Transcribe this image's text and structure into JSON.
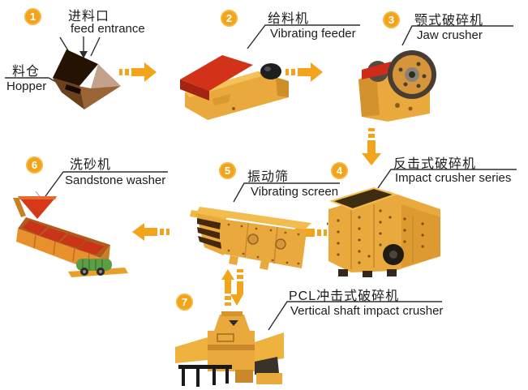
{
  "diagram_kind": "crushing-production-line-flow",
  "stations": [
    {
      "badge": "1",
      "machine": "hopper",
      "labels": {
        "part_zh": "进料口",
        "part_en": "feed entrance",
        "name_zh": "料仓",
        "name_en": "Hopper"
      }
    },
    {
      "badge": "2",
      "machine": "vibrating-feeder",
      "labels": {
        "name_zh": "给料机",
        "name_en": "Vibrating feeder"
      }
    },
    {
      "badge": "3",
      "machine": "jaw-crusher",
      "labels": {
        "name_zh": "颚式破碎机",
        "name_en": "Jaw crusher"
      }
    },
    {
      "badge": "4",
      "machine": "impact-crusher",
      "labels": {
        "name_zh": "反击式破碎机",
        "name_en": "Impact crusher series"
      }
    },
    {
      "badge": "5",
      "machine": "vibrating-screen",
      "labels": {
        "name_zh": "振动筛",
        "name_en": "Vibrating screen"
      }
    },
    {
      "badge": "6",
      "machine": "sandstone-washer",
      "labels": {
        "name_zh": "洗砂机",
        "name_en": "Sandstone washer"
      }
    },
    {
      "badge": "7",
      "machine": "vertical-shaft-impact-crusher",
      "labels": {
        "name_zh": "PCL冲击式破碎机",
        "name_en": "Vertical shaft impact crusher"
      }
    }
  ],
  "flow_arrows": [
    {
      "name": "arrow-hopper-to-feeder",
      "direction": "right"
    },
    {
      "name": "arrow-feeder-to-jaw-crusher",
      "direction": "right"
    },
    {
      "name": "arrow-jaw-crusher-to-impact-crusher",
      "direction": "down"
    },
    {
      "name": "arrow-impact-crusher-to-screen",
      "direction": "left"
    },
    {
      "name": "arrow-screen-to-washer",
      "direction": "left"
    },
    {
      "name": "arrow-screen-to-vsi-crusher",
      "direction": "both-vertical"
    }
  ],
  "colors": {
    "machine_yellow": "#E9A93C",
    "accent_red": "#CE2E18",
    "arrow_orange": "#F2A41C",
    "badge_orange": "#F2A41C",
    "motor_green": "#5C9E45",
    "text": "#1C1C1C",
    "background": "#FFFFFF"
  }
}
